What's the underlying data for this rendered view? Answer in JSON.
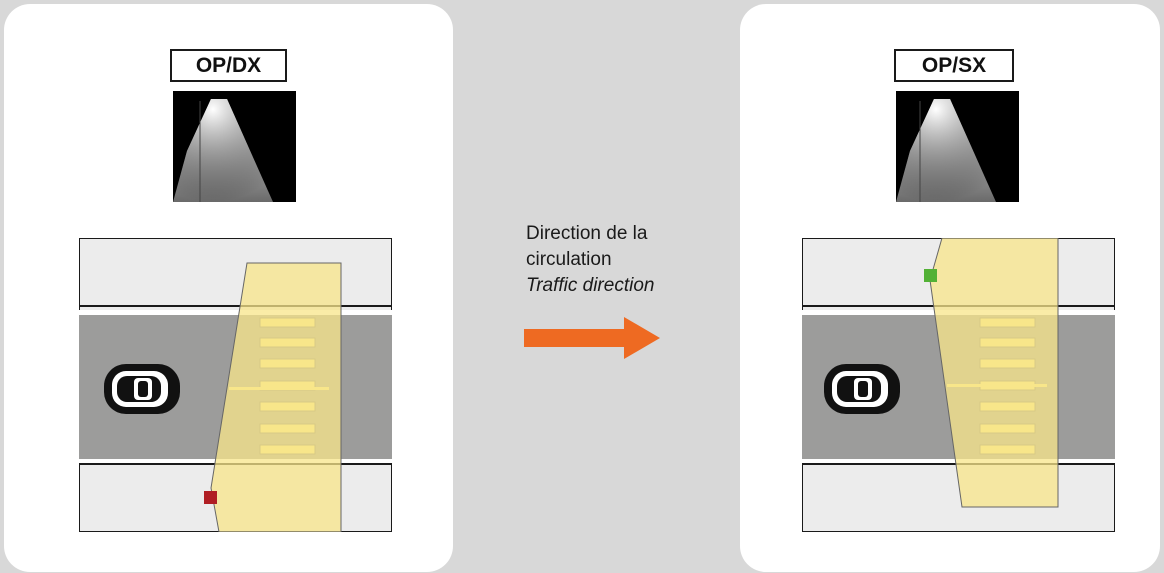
{
  "left_panel": {
    "label": "OP/DX",
    "marker_color": "#b01e23"
  },
  "right_panel": {
    "label": "OP/SX",
    "marker_color": "#52b135"
  },
  "caption": {
    "line1": "Direction de la",
    "line2": "circulation",
    "line3": "Traffic direction"
  },
  "colors": {
    "arrow": "#ee6a22",
    "light_cone": "#f8e68a",
    "road": "#9c9c9b",
    "sidewalk": "#ececec",
    "crossing_stripes": "#f8e68a"
  },
  "icons": [
    "car-icon",
    "arrow-right-icon",
    "light-preview"
  ]
}
